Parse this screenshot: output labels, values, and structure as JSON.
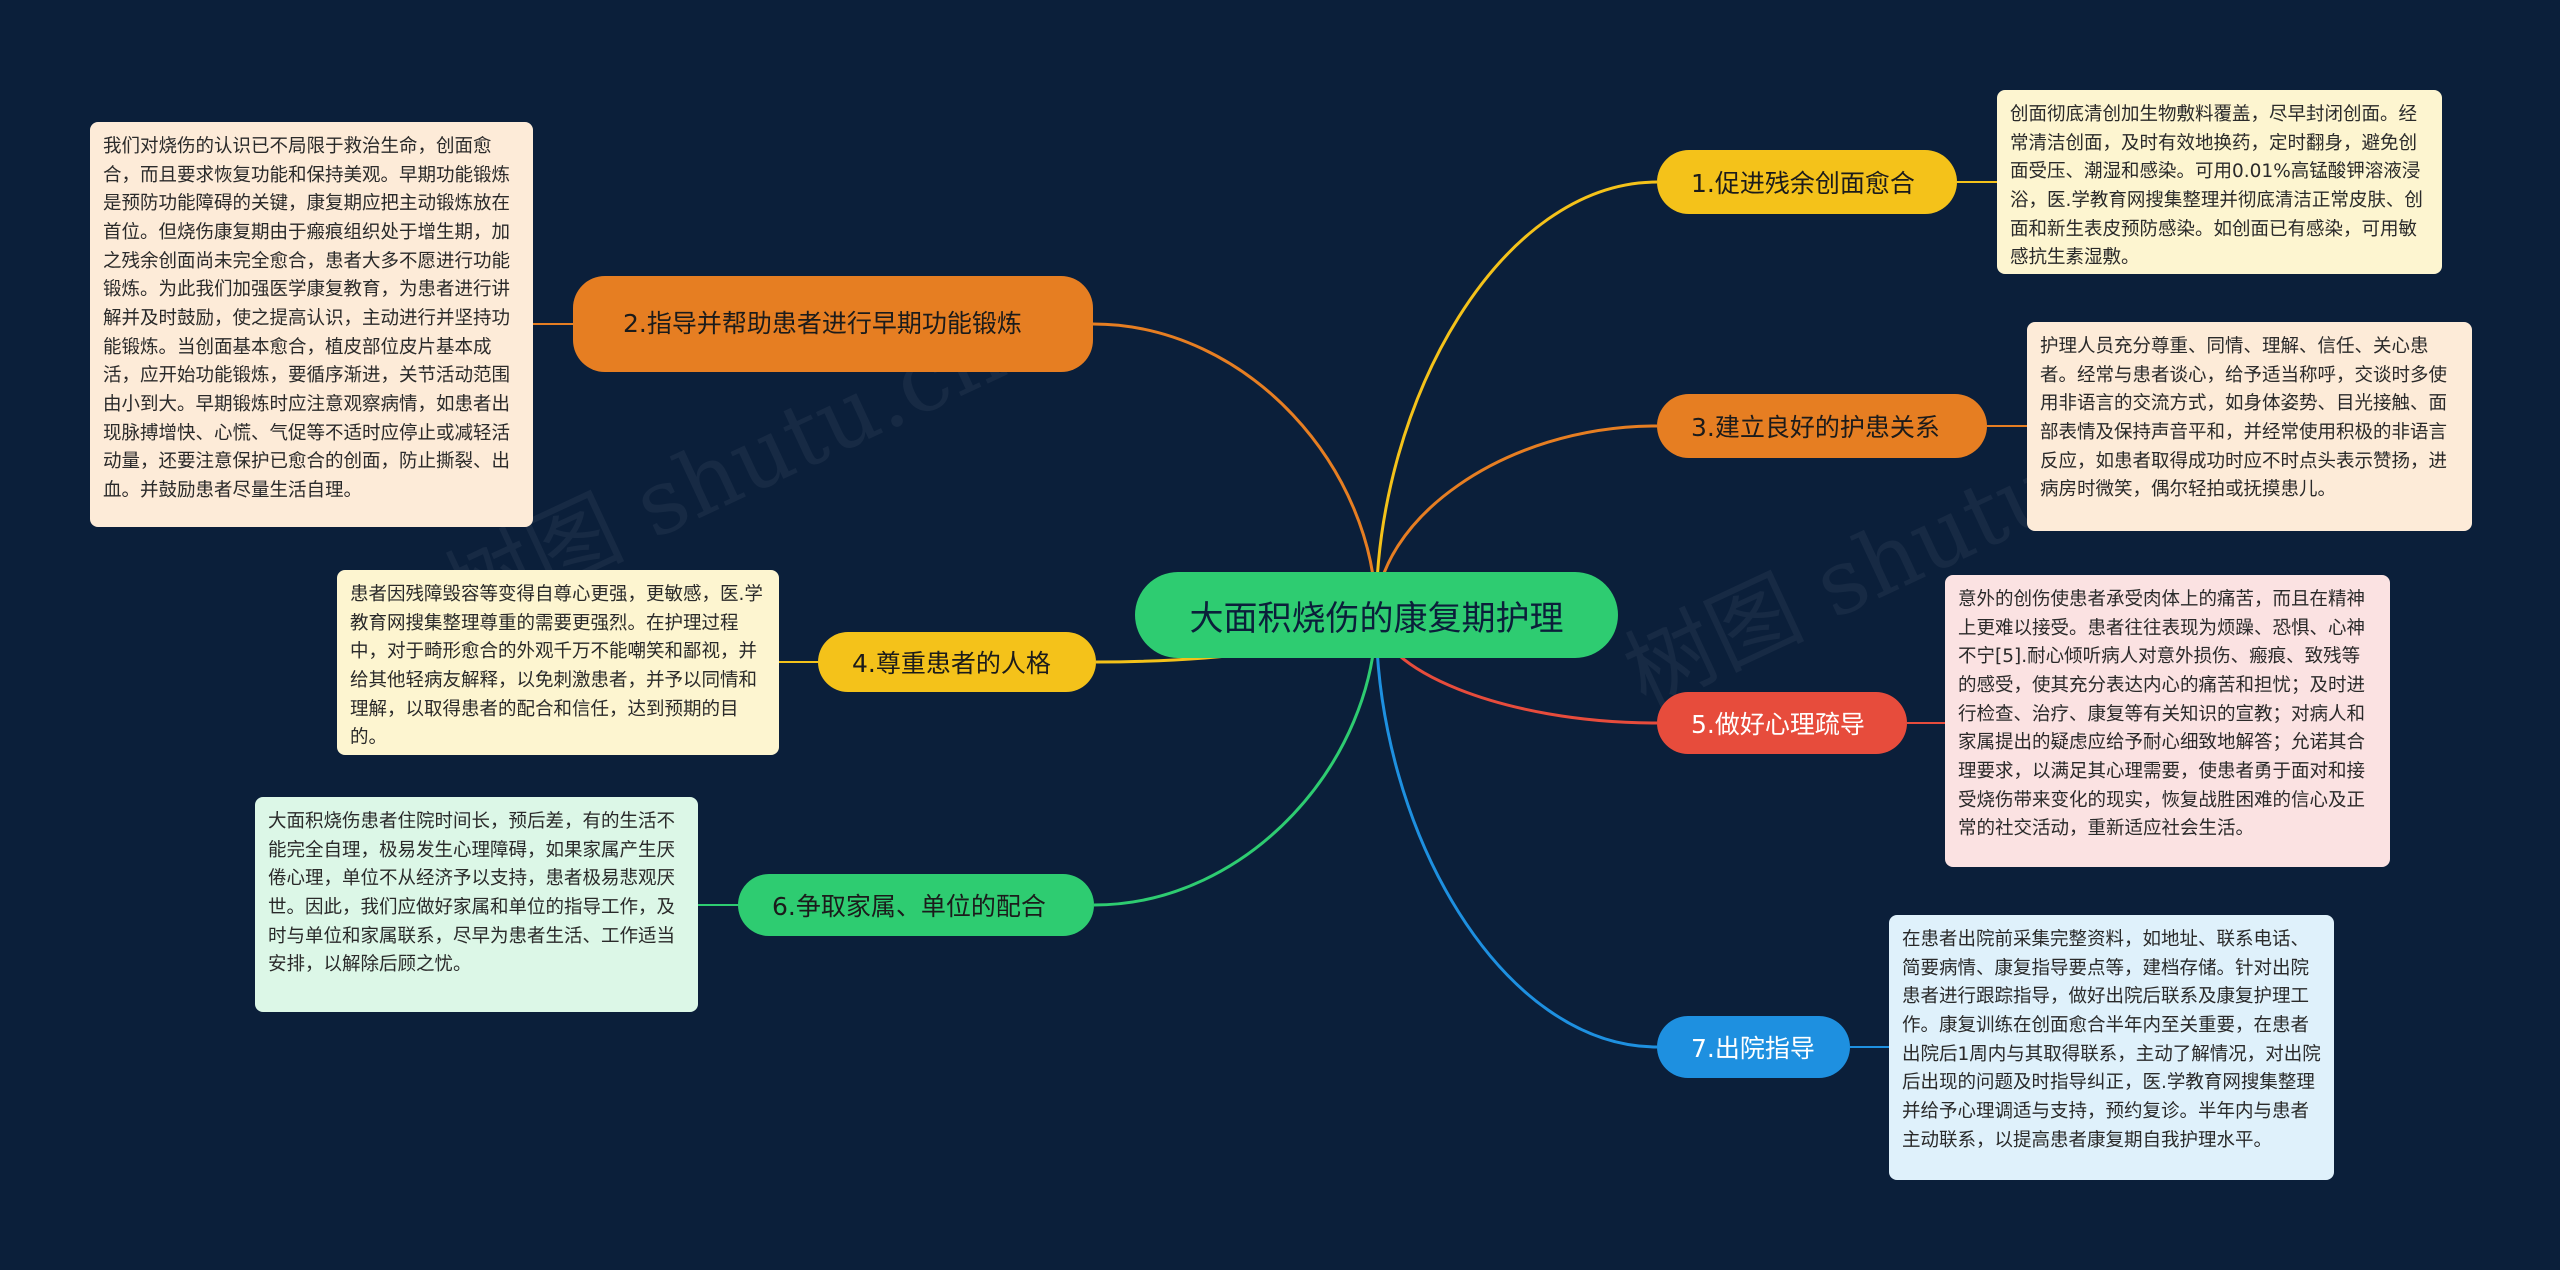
{
  "watermarks": [
    "树图 shutu.cn",
    "树图 shutu.cn"
  ],
  "root": "大面积烧伤的康复期护理",
  "branches": [
    {
      "label": "1.促进残余创面愈合",
      "color": "#f4c21a",
      "note": "创面彻底清创加生物敷料覆盖，尽早封闭创面。经常清洁创面，及时有效地换药，定时翻身，避免创面受压、潮湿和感染。可用0.01%高锰酸钾溶液浸浴，医.学教育网搜集整理并彻底清洁正常皮肤、创面和新生表皮预防感染。如创面已有感染，可用敏感抗生素湿敷。"
    },
    {
      "label": "2.指导并帮助患者进行早期功能锻炼",
      "color": "#e67e22",
      "note": "我们对烧伤的认识已不局限于救治生命，创面愈合，而且要求恢复功能和保持美观。早期功能锻炼是预防功能障碍的关键，康复期应把主动锻炼放在首位。但烧伤康复期由于瘢痕组织处于增生期，加之残余创面尚未完全愈合，患者大多不愿进行功能锻炼。为此我们加强医学康复教育，为患者进行讲解并及时鼓励，使之提高认识，主动进行并坚持功能锻炼。当创面基本愈合，植皮部位皮片基本成活，应开始功能锻炼，要循序渐进，关节活动范围由小到大。早期锻炼时应注意观察病情，如患者出现脉搏增快、心慌、气促等不适时应停止或减轻活动量，还要注意保护已愈合的创面，防止撕裂、出血。并鼓励患者尽量生活自理。"
    },
    {
      "label": "3.建立良好的护患关系",
      "color": "#e67e22",
      "note": "护理人员充分尊重、同情、理解、信任、关心患者。经常与患者谈心，给予适当称呼，交谈时多使用非语言的交流方式，如身体姿势、目光接触、面部表情及保持声音平和，并经常使用积极的非语言反应，如患者取得成功时应不时点头表示赞扬，进病房时微笑，偶尔轻拍或抚摸患儿。"
    },
    {
      "label": "4.尊重患者的人格",
      "color": "#f4c21a",
      "note": "患者因残障毁容等变得自尊心更强，更敏感，医.学教育网搜集整理尊重的需要更强烈。在护理过程中，对于畸形愈合的外观千万不能嘲笑和鄙视，并给其他轻病友解释，以免刺激患者，并予以同情和理解，以取得患者的配合和信任，达到预期的目的。"
    },
    {
      "label": "5.做好心理疏导",
      "color": "#e74c3c",
      "note": "意外的创伤使患者承受肉体上的痛苦，而且在精神上更难以接受。患者往往表现为烦躁、恐惧、心神不宁[5].耐心倾听病人对意外损伤、瘢痕、致残等的感受，使其充分表达内心的痛苦和担忧；及时进行检查、治疗、康复等有关知识的宣教；对病人和家属提出的疑虑应给予耐心细致地解答；允诺其合理要求，以满足其心理需要，使患者勇于面对和接受烧伤带来变化的现实，恢复战胜困难的信心及正常的社交活动，重新适应社会生活。"
    },
    {
      "label": "6.争取家属、单位的配合",
      "color": "#2ecc71",
      "note": "大面积烧伤患者住院时间长，预后差，有的生活不能完全自理，极易发生心理障碍，如果家属产生厌倦心理，单位不从经济予以支持，患者极易悲观厌世。因此，我们应做好家属和单位的指导工作，及时与单位和家属联系，尽早为患者生活、工作适当安排，以解除后顾之忧。"
    },
    {
      "label": "7.出院指导",
      "color": "#1e90e0",
      "note": "在患者出院前采集完整资料，如地址、联系电话、简要病情、康复指导要点等，建档存储。针对出院患者进行跟踪指导，做好出院后联系及康复护理工作。康复训练在创面愈合半年内至关重要，在患者出院后1周内与其取得联系，主动了解情况，对出院后出现的问题及时指导纠正，医.学教育网搜集整理并给予心理调适与支持，预约复诊。半年内与患者主动联系，以提高患者康复期自我护理水平。"
    }
  ]
}
